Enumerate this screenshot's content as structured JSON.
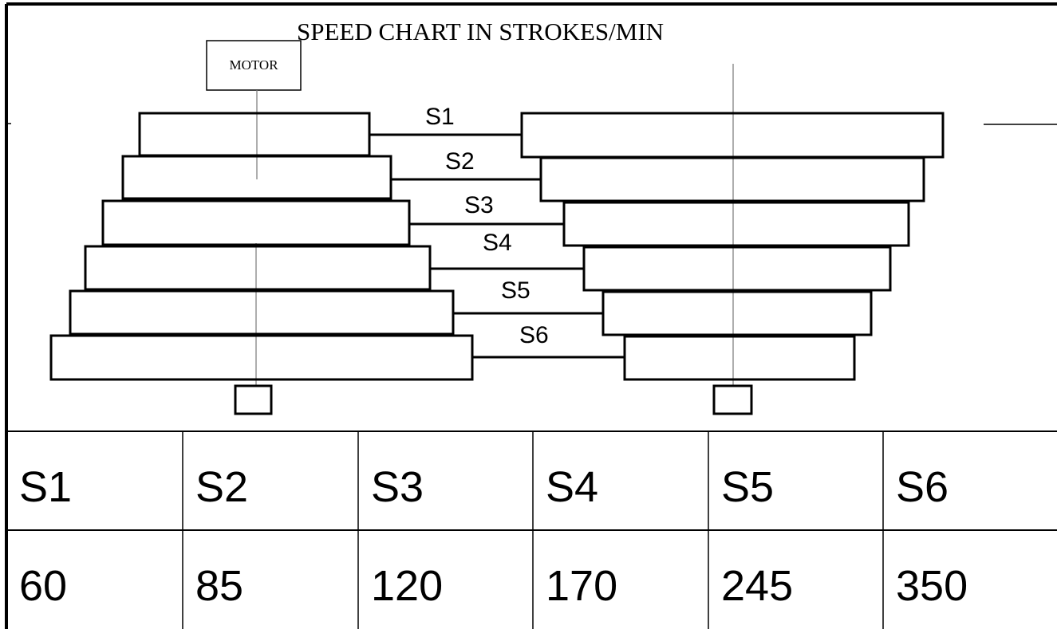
{
  "title": "SPEED CHART IN STROKES/MIN",
  "motor_label": "MOTOR",
  "steps": [
    {
      "label": "S1",
      "speed": "60"
    },
    {
      "label": "S2",
      "speed": "85"
    },
    {
      "label": "S3",
      "speed": "120"
    },
    {
      "label": "S4",
      "speed": "170"
    },
    {
      "label": "S5",
      "speed": "245"
    },
    {
      "label": "S6",
      "speed": "350"
    }
  ],
  "table": {
    "header": [
      "S1",
      "S2",
      "S3",
      "S4",
      "S5",
      "S6"
    ],
    "values": [
      "60",
      "85",
      "120",
      "170",
      "245",
      "350"
    ]
  }
}
